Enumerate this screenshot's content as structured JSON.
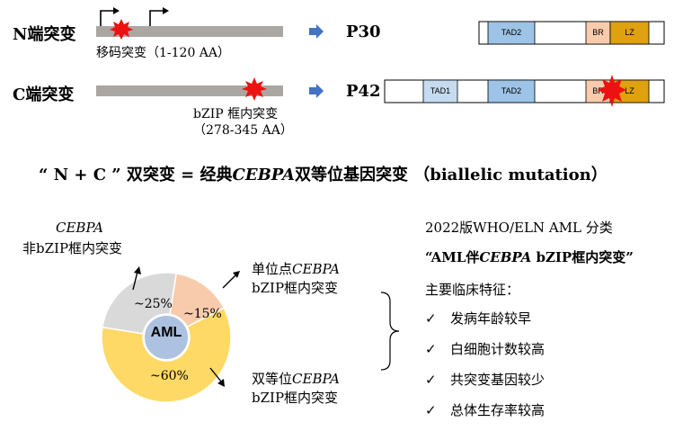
{
  "top": {
    "n_label": "N端突变",
    "c_label": "C端突变",
    "n_mut_label": "移码突变（1-120 AA）",
    "c_mut_label_1": "bZIP 框内突变",
    "c_mut_label_2": "（278-345 AA）",
    "p30": "P30",
    "p42": "P42",
    "p30_domains": [
      "TAD2",
      "BR",
      "LZ"
    ],
    "p42_domains": [
      "TAD1",
      "TAD2",
      "BR",
      "LZ"
    ]
  },
  "headline": {
    "pre": "“ N + C ” 双突变 = 经典",
    "gene": "CEBPA",
    "post": "双等位基因突变 （biallelic mutation）"
  },
  "donut": {
    "center": "AML",
    "segments": [
      {
        "name": "非bZIP框内突变",
        "value": 25,
        "label": "~25%",
        "color": "#d9d9d9"
      },
      {
        "name": "单位点bZIP框内突变",
        "value": 15,
        "label": "~15%",
        "color": "#f8cbad"
      },
      {
        "name": "双等位bZIP框内突变",
        "value": 60,
        "label": "~60%",
        "color": "#ffd966"
      }
    ],
    "label_gray_1": "CEBPA",
    "label_gray_2": "非bZIP框内突变",
    "label_single_1a": "单位点",
    "label_single_1b": "CEBPA",
    "label_single_2": "bZIP框内突变",
    "label_double_1a": "双等位",
    "label_double_1b": "CEBPA",
    "label_double_2": "bZIP框内突变"
  },
  "who": {
    "line1": "2022版WHO/ELN AML 分类",
    "title_pre": "“AML伴",
    "title_gene": "CEBPA",
    "title_post": " bZIP框内突变”",
    "features_heading": "主要临床特征：",
    "features": [
      "发病年龄较早",
      "白细胞计数较高",
      "共突变基因较少",
      "总体生存率较高"
    ],
    "check": "✓"
  }
}
